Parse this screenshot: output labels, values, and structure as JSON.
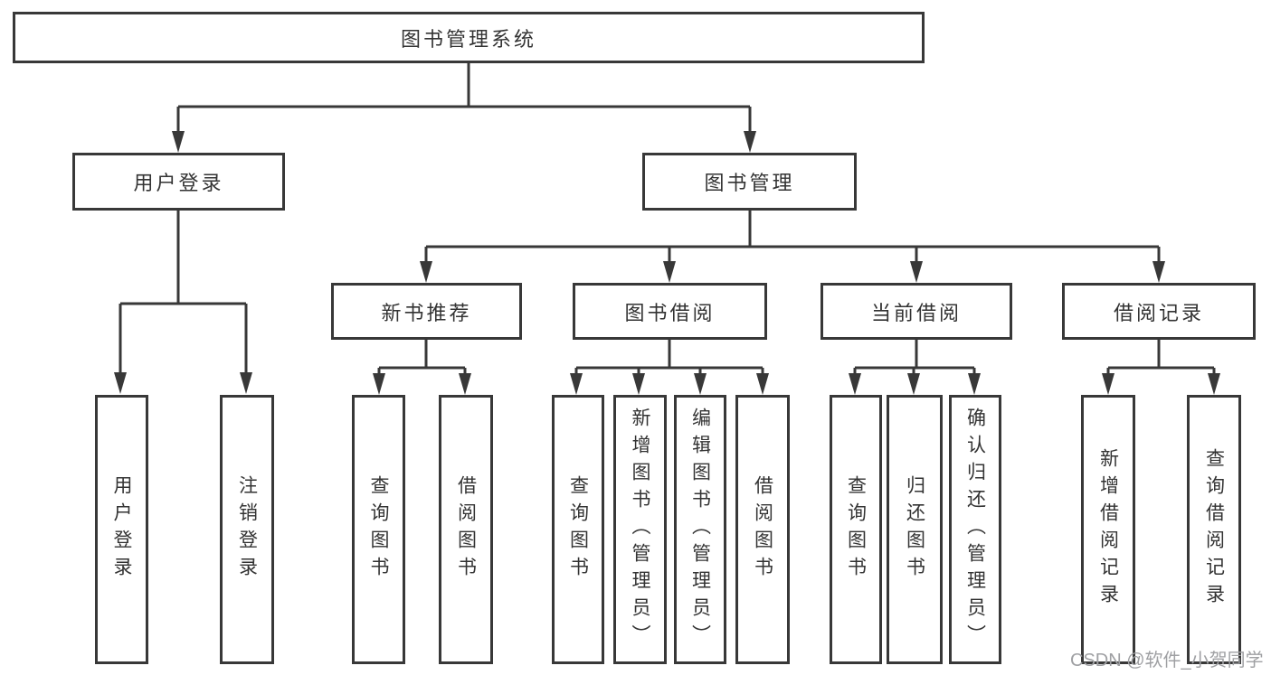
{
  "diagram_title": "图书管理系统",
  "nodes": {
    "root": "图书管理系统",
    "level1": [
      "用户登录",
      "图书管理"
    ],
    "level2": [
      "新书推荐",
      "图书借阅",
      "当前借阅",
      "借阅记录"
    ],
    "leaves": [
      "用户登录",
      "注销登录",
      "查询图书",
      "借阅图书",
      "查询图书",
      "新增图书（管理员）",
      "编辑图书（管理员）",
      "借阅图书",
      "查询图书",
      "归还图书",
      "确认归还（管理员）",
      "新增借阅记录",
      "查询借阅记录"
    ]
  },
  "watermark": "CSDN @软件_小贺同学",
  "colors": {
    "line": "#383838",
    "text": "#333333",
    "watermark": "#9fa0a3",
    "background": "#ffffff"
  }
}
